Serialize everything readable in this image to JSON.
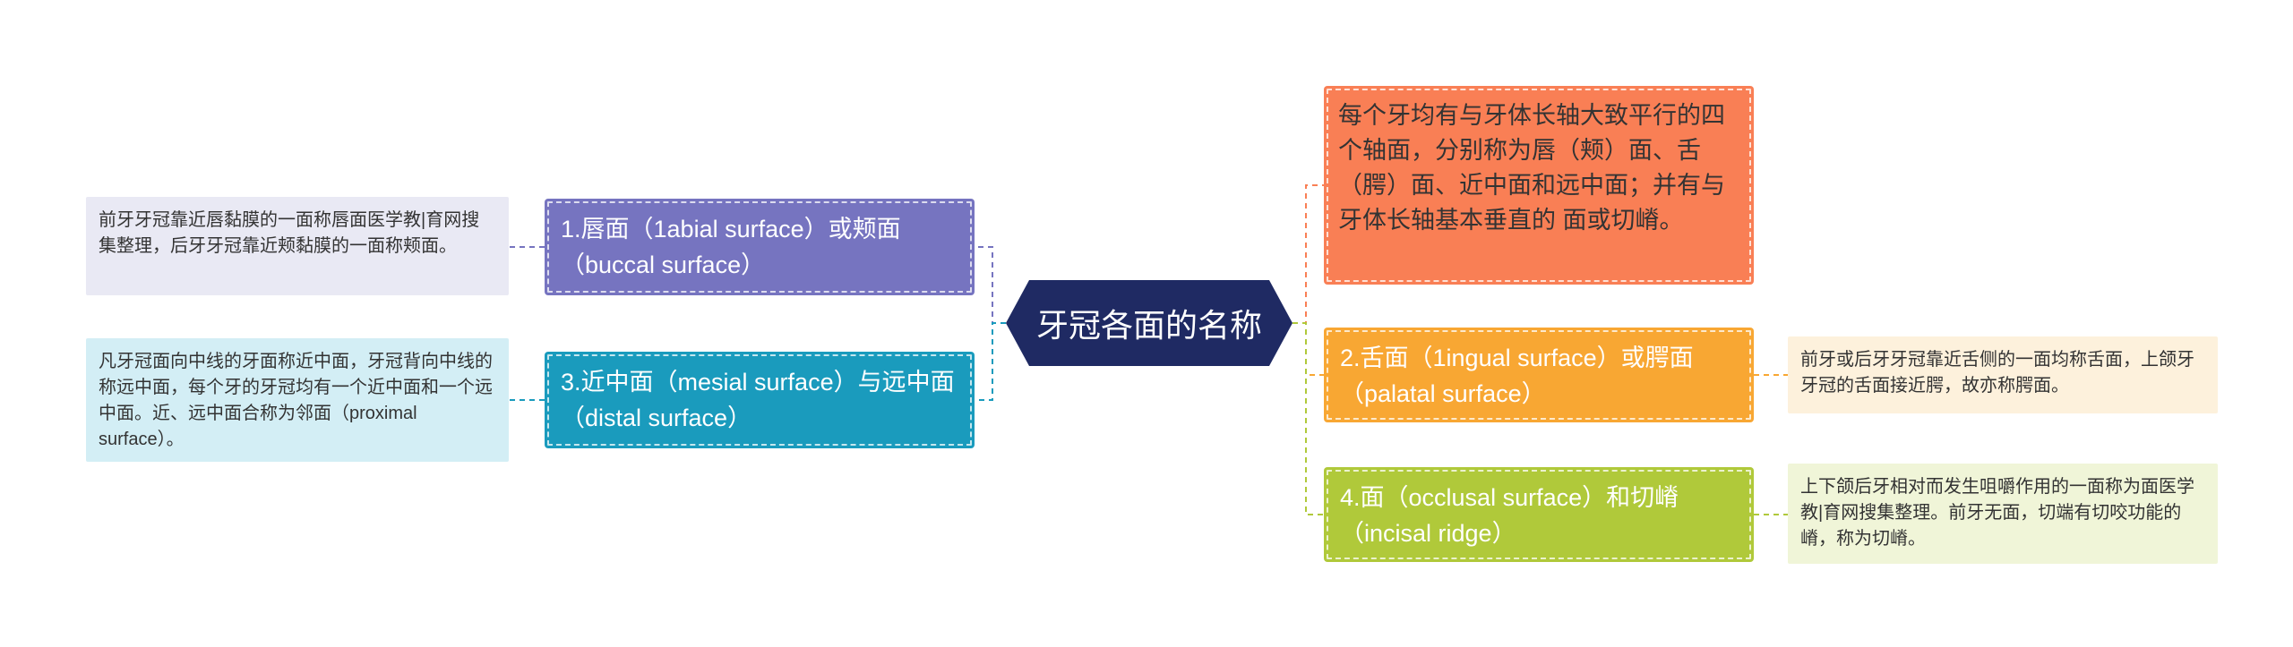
{
  "colors": {
    "center": "#1f2a63",
    "labial": "#7674c0",
    "mesial": "#1a9bbd",
    "intro": "#f97f55",
    "lingual": "#f8a733",
    "occlusal": "#b0c93a"
  },
  "center": {
    "label": "牙冠各面的名称"
  },
  "branches": {
    "labial": {
      "label": "1.唇面（1abial surface）或颊面（buccal surface）",
      "note": "前牙牙冠靠近唇黏膜的一面称唇面医学教|育网搜集整理，后牙牙冠靠近颊黏膜的一面称颊面。"
    },
    "mesial": {
      "label": "3.近中面（mesial surface）与远中面（distal surface）",
      "note": "凡牙冠面向中线的牙面称近中面，牙冠背向中线的称远中面，每个牙的牙冠均有一个近中面和一个远中面。近、远中面合称为邻面（proximal surface）。"
    },
    "intro": {
      "label": "每个牙均有与牙体长轴大致平行的四个轴面，分别称为唇（颊）面、舌（腭）面、近中面和远中面；并有与牙体长轴基本垂直的 面或切嵴。"
    },
    "lingual": {
      "label": "2.舌面（1ingual surface）或腭面（palatal surface）",
      "note": "前牙或后牙牙冠靠近舌侧的一面均称舌面，上颌牙牙冠的舌面接近腭，故亦称腭面。"
    },
    "occlusal": {
      "label": "4.面（occlusal surface）和切嵴（incisal ridge）",
      "note": "上下颌后牙相对而发生咀嚼作用的一面称为面医学教|育网搜集整理。前牙无面，切端有切咬功能的嵴，称为切嵴。"
    }
  }
}
